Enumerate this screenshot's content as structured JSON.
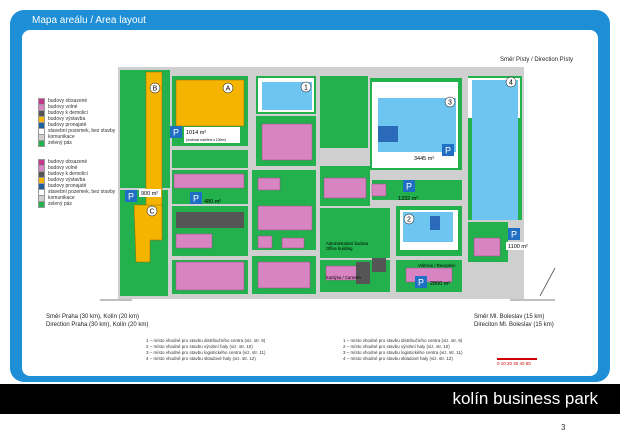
{
  "header": {
    "title": "Mapa areálu / Area layout"
  },
  "footer": {
    "brand": "kolín business park",
    "page": "3"
  },
  "legend_top": [
    {
      "label": "budovy obsazené",
      "color": "#c23a8c"
    },
    {
      "label": "budovy volné",
      "color": "#d884c2"
    },
    {
      "label": "budovy k demolici",
      "color": "#555555"
    },
    {
      "label": "budovy výstavba",
      "color": "#f4b400"
    },
    {
      "label": "budovy pronajaté",
      "color": "#1f5fa0"
    },
    {
      "label": "stavební pozemek, bez stavby",
      "color": "#ffffff"
    },
    {
      "label": "komunikace",
      "color": "#cfcfcf"
    },
    {
      "label": "zelený pás",
      "color": "#22b14c"
    }
  ],
  "legend_bottom": [
    {
      "label": "budovy obsazené",
      "color": "#c23a8c"
    },
    {
      "label": "budovy volné",
      "color": "#d884c2"
    },
    {
      "label": "budovy k demolici",
      "color": "#555555"
    },
    {
      "label": "budovy výstavba",
      "color": "#f4b400"
    },
    {
      "label": "budovy pronajaté",
      "color": "#1f5fa0"
    },
    {
      "label": "stavební pozemek, bez stavby",
      "color": "#ffffff"
    },
    {
      "label": "komunikace",
      "color": "#cfcfcf"
    },
    {
      "label": "zelený pás",
      "color": "#22b14c"
    }
  ],
  "directions": {
    "pisty": "Směr Písty / Direction Písty",
    "west_cz": "Směr Praha (30 km), Kolín (20 km)",
    "west_en": "Direction Praha (30 km), Kolín (20 km)",
    "east_cz": "Směr Ml. Boleslav (15 km)",
    "east_en": "Direciton Ml. Boleslav (15 km)"
  },
  "map": {
    "building_labels": {
      "A": "A",
      "B": "B",
      "C": "C",
      "n1": "1",
      "n2": "2",
      "n3": "3",
      "n4": "4"
    },
    "parking": "P",
    "areas": {
      "a1014": "1014 m²",
      "a1014_note": "(možnost rozšíření o 100m²)",
      "a900": "900 m²",
      "a480": "480 m²",
      "a3445": "3445 m²",
      "a1332": "1332 m²",
      "a1100": "1100 m²",
      "a2800": "2800 m²"
    },
    "admin_cz": "Administrativní budova",
    "admin_en": "Office building",
    "canteen": "Kantýna / Canteen",
    "reception": "Vrátnice / Reception"
  },
  "notes_left": [
    "1 – místo vhodné pro stavbu distribučního centra (viz. str. 9)",
    "2 – místo vhodné pro stavbu výrobní haly (viz. str. 10)",
    "3 – místo vhodné pro stavbu logistického centra (viz. str. 11)",
    "4 – místo vhodné pro stavbu skladové haly (viz. str. 12)"
  ],
  "notes_right": [
    "1 – místo vhodné pro stavbu distribučního centra (viz. str. 9)",
    "2 – místo vhodné pro stavbu výrobní haly (viz. str. 10)",
    "3 – místo vhodné pro stavbu logistického centra (viz. str. 11)",
    "4 – místo vhodné pro stavbu skladové haly (viz. str. 12)"
  ],
  "scale": {
    "ticks": "0   10   20   30   40   50"
  },
  "colors": {
    "frame": "#1e8fd6",
    "green": "#22b14c",
    "pink": "#d884c2",
    "yellow": "#f4b400",
    "cyan": "#6ec6f0",
    "parking": "#1f6fc4"
  }
}
